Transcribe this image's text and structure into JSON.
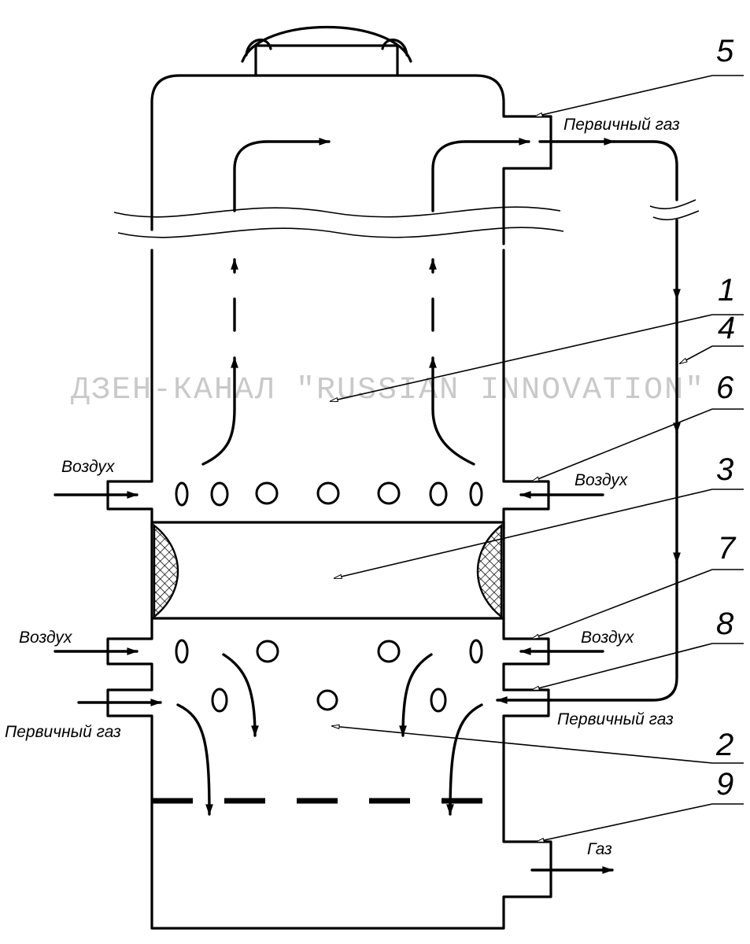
{
  "watermark": "ДЗЕН-КАНАЛ \"RUSSIAN INNOVATION\"",
  "labels": {
    "air_top_left": "Воздух",
    "air_top_right": "Воздух",
    "air_mid_left": "Воздух",
    "air_mid_right": "Воздух",
    "primary_gas_top": "Первичный газ",
    "primary_gas_bottom_right": "Первичный газ",
    "primary_gas_bottom_left": "Первичный газ",
    "gas_outlet": "Газ"
  },
  "callouts": [
    "5",
    "1",
    "4",
    "6",
    "3",
    "7",
    "8",
    "2",
    "9"
  ]
}
